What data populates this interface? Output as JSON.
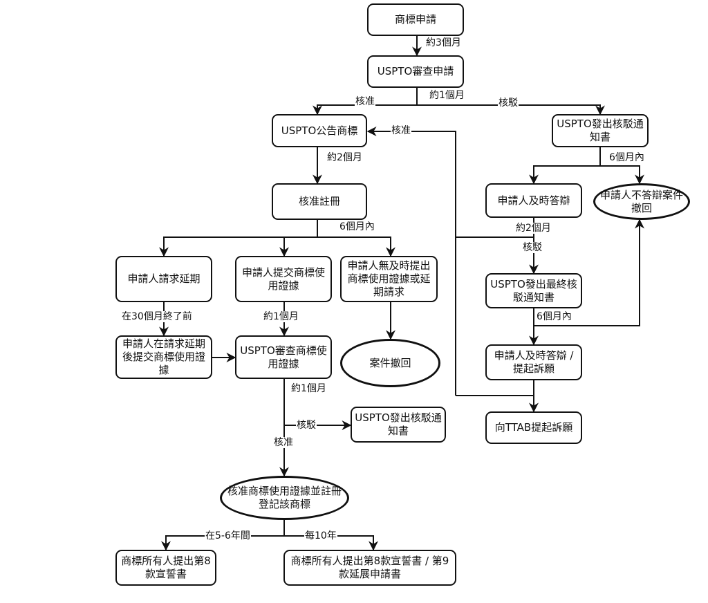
{
  "nodes": {
    "apply": "商標申請",
    "exam": "USPTO審查申請",
    "publish": "USPTO公告商標",
    "office_action": "USPTO發出核駁通知書",
    "approve_reg": "核准註冊",
    "extension": "申請人請求延期",
    "submit_use": "申請人提交商標使用證據",
    "no_timely": "申請人無及時提出商標使用證據或延期請求",
    "submit_after_ext": "申請人在請求延期後提交商標使用證據",
    "exam_use": "USPTO審查商標使用證據",
    "abandon1": "案件撤回",
    "office_action2": "USPTO發出核駁通知書",
    "register": "核准商標使用證據並註冊登記該商標",
    "sec8": "商標所有人提出第8款宣誓書",
    "sec8_9": "商標所有人提出第8款宣誓書 / 第9款延展申請書",
    "timely_resp": "申請人及時答辯",
    "no_resp": "申請人不答辯案件撤回",
    "final_action": "USPTO發出最終核駁通知書",
    "timely_appeal": "申請人及時答辯 / 提起訴願",
    "ttab": "向TTAB提起訴願"
  },
  "labels": {
    "m3": "約3個月",
    "approve1": "核准",
    "m1a": "約1個月",
    "reject1": "核駁",
    "approve2": "核准",
    "m2a": "約2個月",
    "m6a": "6個月內",
    "m30": "在30個月終了前",
    "m1b": "約1個月",
    "m1c": "約1個月",
    "reject2": "核駁",
    "approve3": "核准",
    "y56": "在5-6年間",
    "y10": "每10年",
    "m6b": "6個月內",
    "m2b": "約2個月",
    "reject3": "核駁",
    "m6c": "6個月內"
  }
}
